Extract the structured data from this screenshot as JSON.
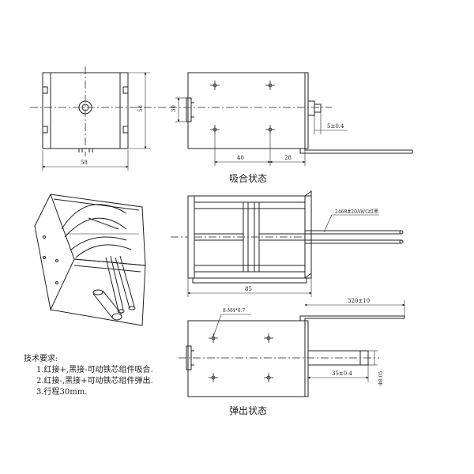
{
  "views": {
    "pull_caption": "吸合状态",
    "push_caption": "弹出状态"
  },
  "dimensions": {
    "front_width": "58",
    "front_height": "30",
    "front_height_alt": "58",
    "pull_seg1": "40",
    "pull_seg2": "28",
    "pull_stroke": "5±0.4",
    "wire_spec": "2468#20AWG红黑",
    "body_length": "85",
    "lead_length": "320±10",
    "screw_holes": "8-M4*0.7",
    "push_stroke": "35±0.4",
    "plunger_dia": "Φ8.05"
  },
  "notes": {
    "title": "技术要求:",
    "items": [
      "1.红接+,黑接-可动铁芯组件吸合.",
      "2.红接-,黑接+可动铁芯组件弹出.",
      "3.行程30mm."
    ]
  },
  "colors": {
    "line": "#222222",
    "centerline": "#555555",
    "background": "#ffffff"
  }
}
